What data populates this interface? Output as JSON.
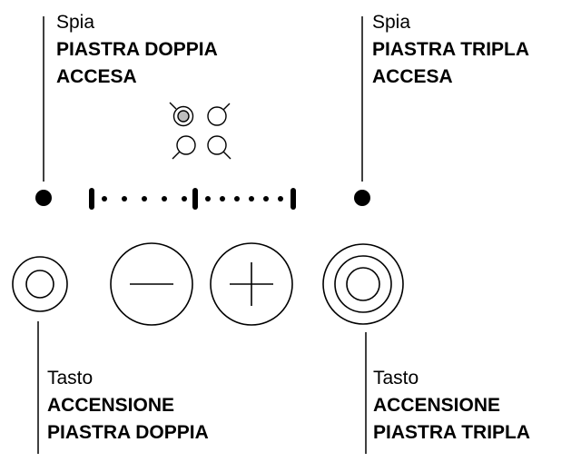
{
  "labels": {
    "top_left": {
      "line1": "Spia",
      "line2": "PIASTRA DOPPIA",
      "line3": "ACCESA"
    },
    "top_right": {
      "line1": "Spia",
      "line2": "PIASTRA TRIPLA",
      "line3": "ACCESA"
    },
    "bottom_left": {
      "line1": "Tasto",
      "line2": "ACCENSIONE",
      "line3": "PIASTRA DOPPIA"
    },
    "bottom_right": {
      "line1": "Tasto",
      "line2": "ACCENSIONE",
      "line3": "PIASTRA TRIPLA"
    }
  },
  "icons": {
    "zone_selector": "hob-zones-icon",
    "minus": "minus-button-icon",
    "plus": "plus-button-icon",
    "power_double": "power-double-zone-icon",
    "power_triple": "power-triple-zone-icon"
  },
  "power_level_dots": 11,
  "stroke_color": "#000000"
}
